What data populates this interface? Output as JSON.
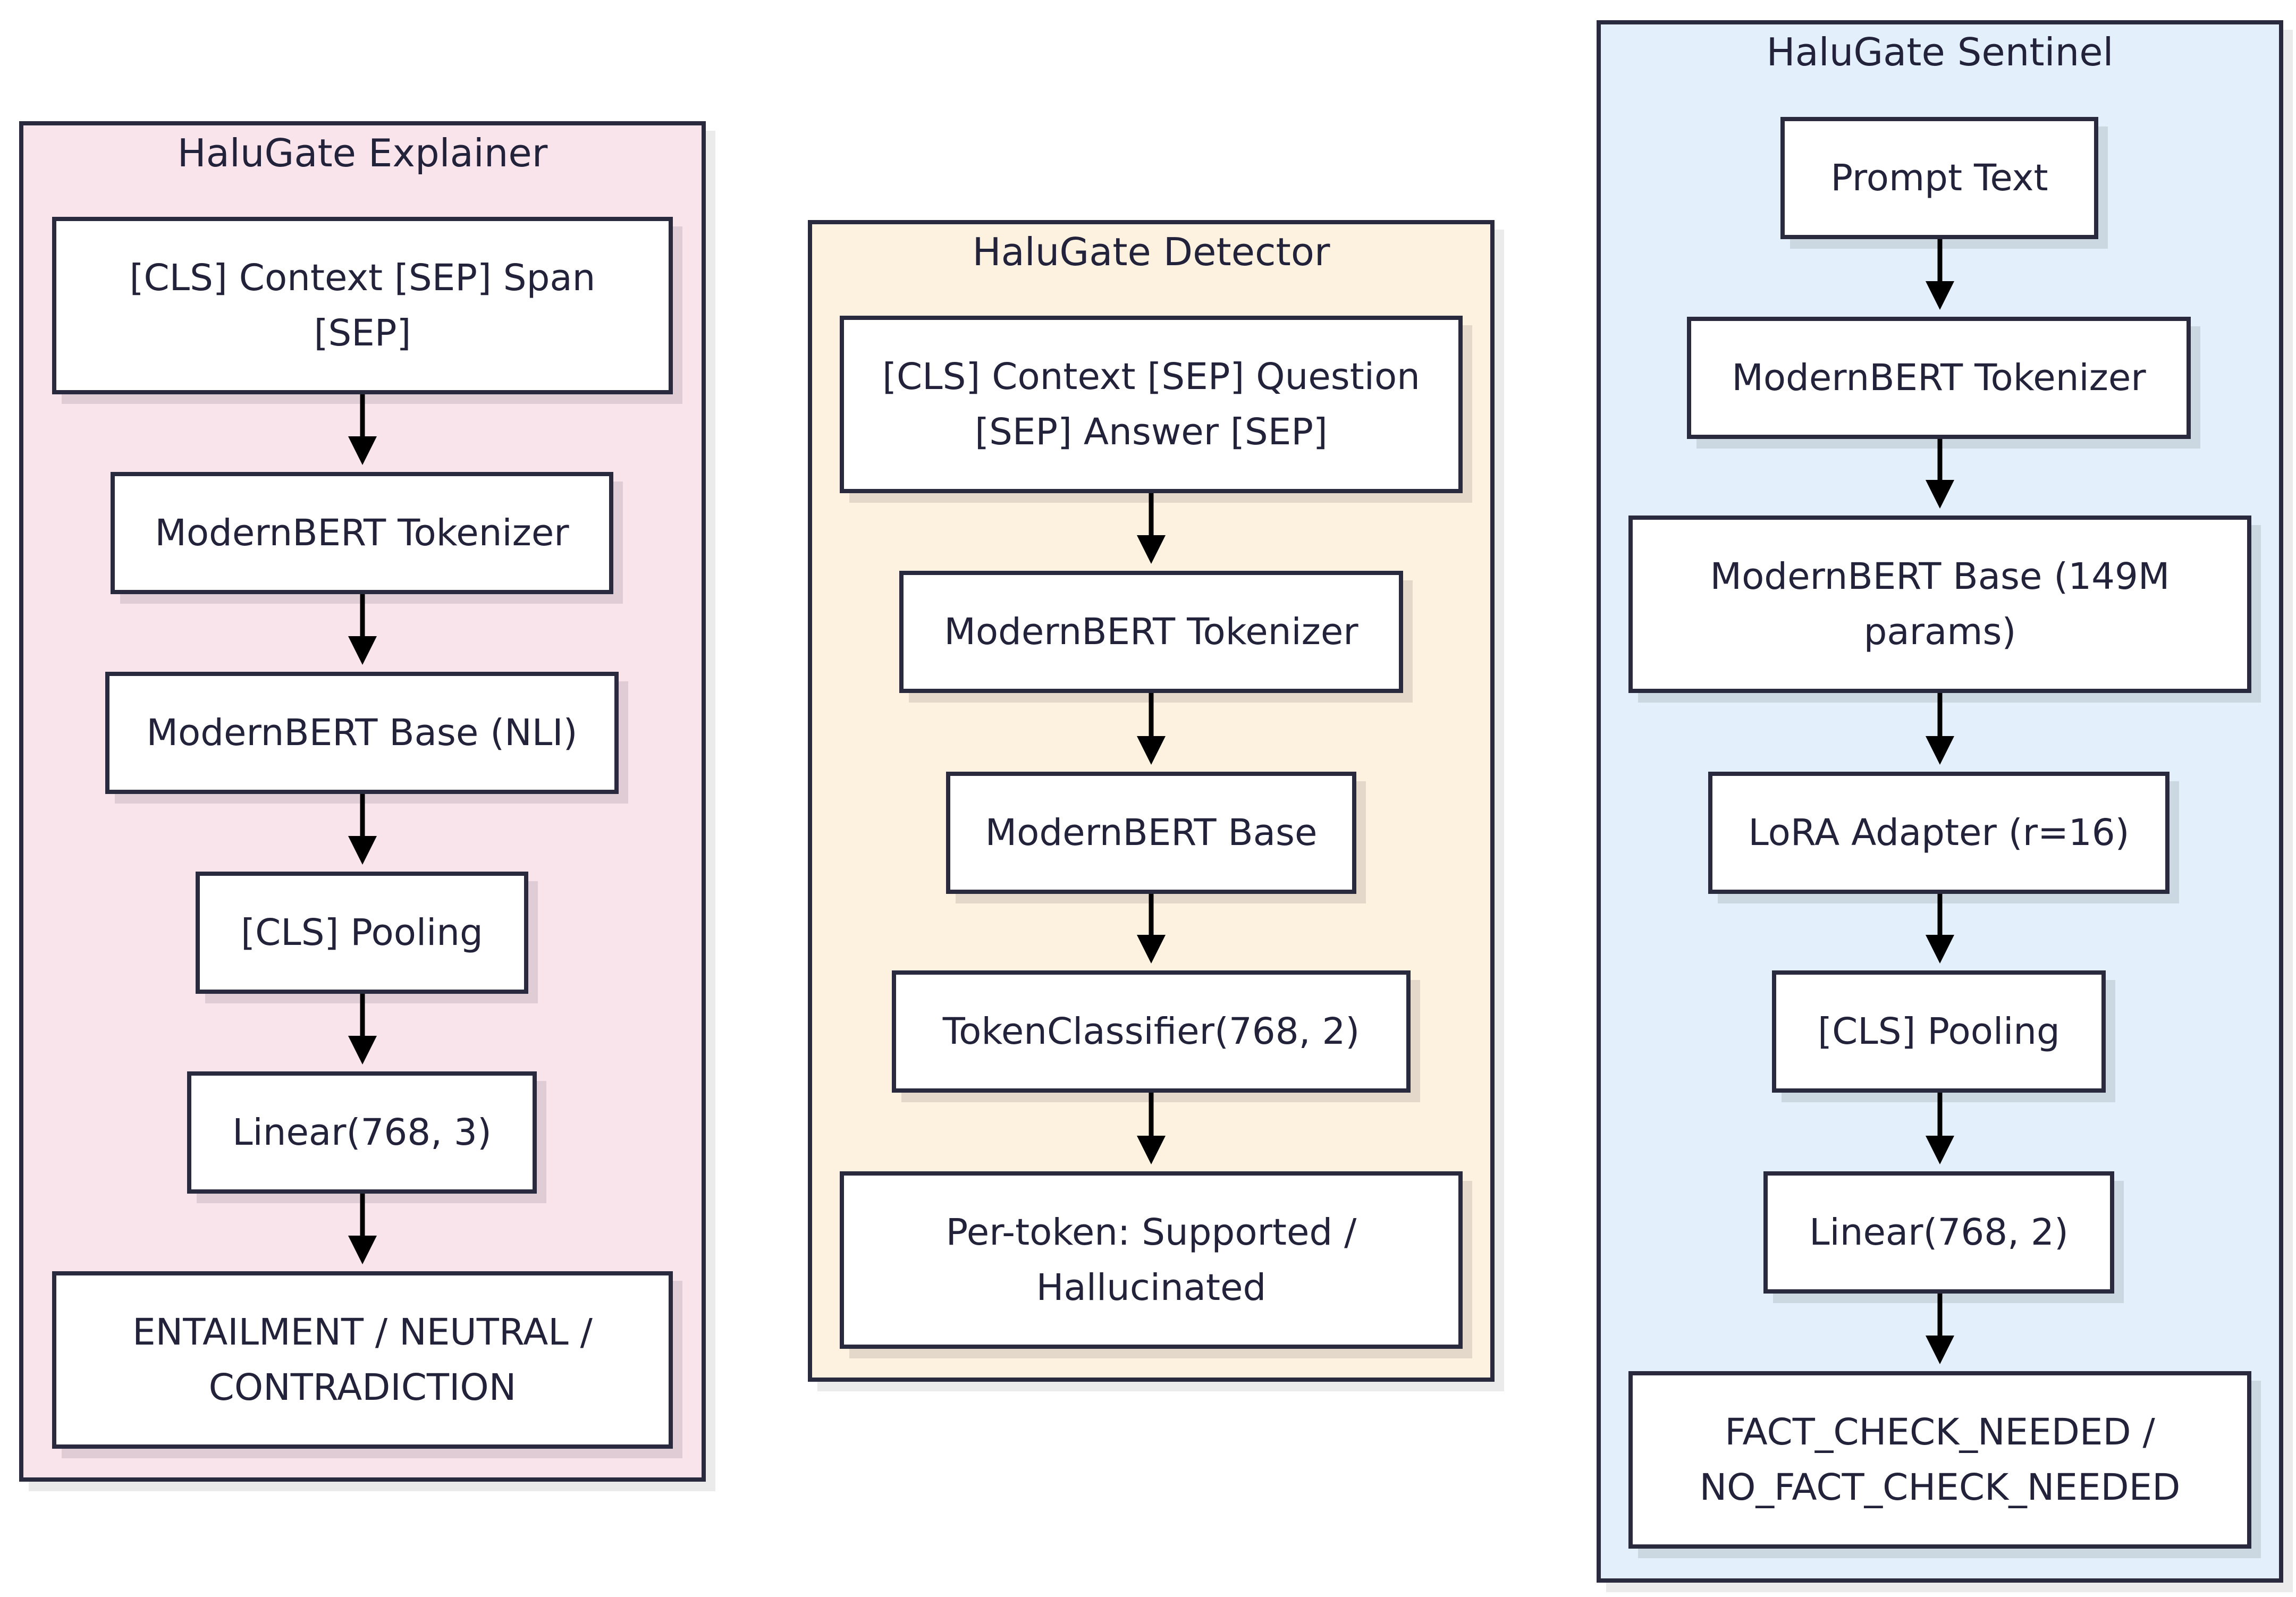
{
  "colors": {
    "explainer_bg": "#f9e4ec",
    "detector_bg": "#fdf1e0",
    "sentinel_bg": "#e3f0fb",
    "border": "#2a2a3e",
    "arrow": "#000000"
  },
  "explainer": {
    "title": "HaluGate Explainer",
    "nodes": [
      "[CLS] Context [SEP] Span [SEP]",
      "ModernBERT Tokenizer",
      "ModernBERT Base (NLI)",
      "[CLS] Pooling",
      "Linear(768, 3)",
      "ENTAILMENT / NEUTRAL / CONTRADICTION"
    ]
  },
  "detector": {
    "title": "HaluGate Detector",
    "nodes": [
      "[CLS] Context [SEP] Question [SEP] Answer [SEP]",
      "ModernBERT Tokenizer",
      "ModernBERT Base",
      "TokenClassifier(768, 2)",
      "Per-token: Supported / Hallucinated"
    ]
  },
  "sentinel": {
    "title": "HaluGate Sentinel",
    "nodes": [
      "Prompt Text",
      "ModernBERT Tokenizer",
      "ModernBERT Base (149M params)",
      "LoRA Adapter (r=16)",
      "[CLS] Pooling",
      "Linear(768, 2)",
      "FACT_CHECK_NEEDED / NO_FACT_CHECK_NEEDED"
    ]
  }
}
